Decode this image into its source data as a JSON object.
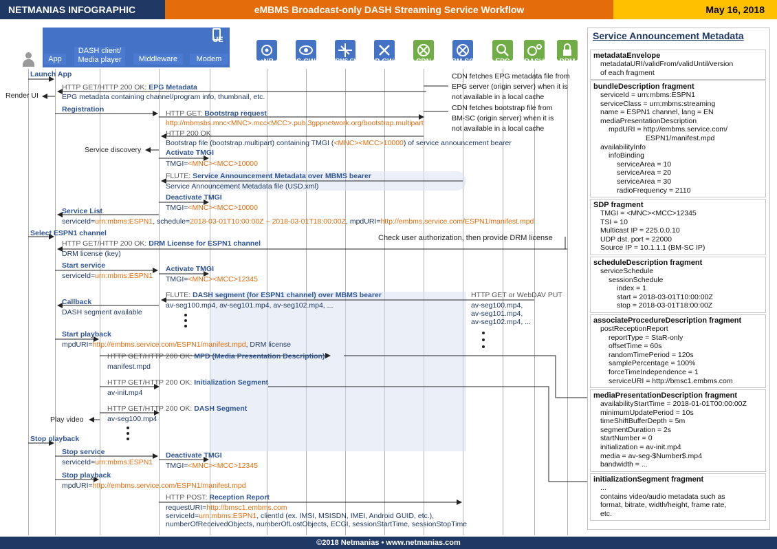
{
  "header": {
    "left": "NETMANIAS INFOGRAPHIC",
    "title": "eMBMS Broadcast-only DASH Streaming Service Workflow",
    "date": "May 16, 2018"
  },
  "footer": "©2018 Netmanias • www.netmanias.com",
  "ue": {
    "label": "UE",
    "app": "App",
    "dash_client": "DASH client/\nMedia player",
    "middleware": "Middleware",
    "modem": "Modem"
  },
  "network": [
    "eNB",
    "S-GW",
    "MBMS GW",
    "P-GW",
    "CDN",
    "BM-SC",
    "EPG",
    "DASH",
    "DRM"
  ],
  "colors": {
    "ue": "#4472c4",
    "network": "#4472c4",
    "cdn": "#70ad47",
    "servers": "#70ad47",
    "accent": "#e46c0a"
  },
  "flow": {
    "launch_app": "Launch App",
    "epg_req_pre": "HTTP GET/HTTP 200 OK: ",
    "epg_req": "EPG Metadata",
    "epg_desc": "EPG metadata containing channel/program info, thumbnail, etc.",
    "render_ui": "Render UI",
    "registration": "Registration",
    "bootstrap_pre": "HTTP GET: ",
    "bootstrap": "Bootstrap request",
    "bootstrap_url": "http://mbmsbs.mnc<MNC>.mcc<MCC>.pub.3gppnetwork.org/bootstrap.multipart",
    "http200": "HTTP 200 OK",
    "bootstrap_file_pre": "Bootstrap file (bootstrap.multipart) containing TMGI (",
    "bootstrap_file_tmgi": "<MNC><MCC>10000",
    "bootstrap_file_post": ") of service announcement bearer",
    "service_discovery": "Service discovery",
    "activate_tmgi": "Activate TMGI",
    "tmgi_pre": "TMGI=",
    "tmgi_10000": "<MNC><MCC>10000",
    "flute_pre": "FLUTE: ",
    "flute_sa": "Service Announcement Metadata over MBMS bearer",
    "sa_file": "Service Announcement Metadata file (USD.xml)",
    "deactivate_tmgi": "Deactivate TMGI",
    "service_list": "Service List",
    "sl_service_pre": "serviceId=",
    "sl_service": "urn:mbms:ESPN1",
    "sl_sched_pre": ", schedule=",
    "sl_sched": "2018-03-01T10:00:00Z ~ 2018-03-01T18:00:00Z",
    "sl_mpd_pre": ", mpdURI=",
    "sl_mpd": "http://embms.service.com/ESPN1/manifest.mpd",
    "select_channel": "Select ESPN1 channel",
    "drm_pre": "HTTP GET/HTTP 200 OK: ",
    "drm": "DRM License for ESPN1 channel",
    "drm_key": "DRM license (key)",
    "drm_check": "Check user authorization, then provide DRM license",
    "start_service": "Start service",
    "tmgi_12345": "<MNC><MCC>12345",
    "flute_dash": "DASH segment (for ESPN1 channel) over MBMS bearer",
    "segs_inline": "av-seg100.mp4, av-seg101.mp4, av-seg102.mp4, ...",
    "callback": "Callback",
    "dash_available": "DASH segment available",
    "http_put": "HTTP GET or WebDAV PUT",
    "seg100": "av-seg100.mp4,",
    "seg101": "av-seg101.mp4,",
    "seg102": "av-seg102.mp4, ...",
    "start_playback": "Start playback",
    "sp_mpd_pre": "mpdURI=",
    "sp_mpd": "http://embms.service.com/ESPN1/manifest.mpd",
    "sp_drm": ", DRM license",
    "mpd_pre": "HTTP GET/HTTP 200 OK: ",
    "mpd": "MPD (Media Presentation Description)",
    "manifest": "manifest.mpd",
    "init_pre": "HTTP GET/HTTP 200 OK: ",
    "init": "Initialization Segment",
    "av_init": "av-init.mp4",
    "seg_pre": "HTTP GET/HTTP 200 OK: ",
    "seg": "DASH Segment",
    "av_seg100": "av-seg100.mp4",
    "play_video": "Play video",
    "stop_playback": "Stop playback",
    "stop_service": "Stop service",
    "stop_playback2": "Stop playback",
    "post_pre": "HTTP POST: ",
    "post": "Reception Report",
    "req_uri_pre": "requestURI=",
    "req_uri": "http://bmsc1.embms.com",
    "rr_service_pre": "serviceId=",
    "rr_service": "urn:mbms:ESPN1",
    "rr_ids": ", clientId (ex. IMSI, MSISDN, IMEI, Android GUID, etc.),",
    "rr_counts": "numberOfReceivedObjects, numberOfLostObjects, ECGI, sessionStartTime, sessionStopTime",
    "cdn_note1": [
      "CDN fetches EPG metadata file from",
      "EPG server (origin server) when it is",
      "not available in a local cache"
    ],
    "cdn_note2": [
      "CDN fetches bootstrap file from",
      "BM-SC (origin server) when it is",
      "not available in a local cache"
    ]
  },
  "panel": {
    "title": "Service Announcement Metadata",
    "fragments": [
      {
        "title": "metadataEnvelope",
        "lines": [
          "metadataURI/validFrom/validUntil/version",
          "of each fragment"
        ]
      },
      {
        "title": "bundleDescription fragment",
        "lines": [
          "serviceId = urn:mbms:ESPN1",
          "serviceClass = urn:mbms:streaming",
          "name = ESPN1 channel, lang = EN",
          "mediaPresentationDescription",
          "mpdURI = http://embms.service.com/",
          "ESPN1/manifest.mpd",
          "availabilityInfo",
          "infoBinding",
          "serviceArea = 10",
          "serviceArea = 20",
          "serviceArea = 30",
          "radioFrequency = 2110"
        ]
      },
      {
        "title": "SDP fragment",
        "lines": [
          "TMGI = <MNC><MCC>12345",
          "TSI = 10",
          "Multicast IP = 225.0.0.10",
          "UDP dst. port = 22000",
          "Source IP = 10.1.1.1 (BM-SC IP)"
        ]
      },
      {
        "title": "scheduleDescription fragment",
        "lines": [
          "serviceSchedule",
          "sessionSchedule",
          "index = 1",
          "start = 2018-03-01T10:00:00Z",
          "stop = 2018-03-01T18:00:00Z"
        ]
      },
      {
        "title": "associateProcedureDescription fragment",
        "lines": [
          "postReceptionReport",
          "reportType = StaR-only",
          "offsetTime = 60s",
          "randomTimePeriod = 120s",
          "samplePercentage = 100%",
          "forceTimeIndependence = 1",
          "serviceURI = http://bmsc1.embms.com"
        ]
      },
      {
        "title": "mediaPresentationDescription fragment",
        "lines": [
          "availabilityStartTime = 2018-01-01T00:00:00Z",
          "minimumUpdatePeriod = 10s",
          "timeShiftBufferDepth = 5m",
          "segmentDuration = 2s",
          "startNumber = 0",
          "initialization = av-init.mp4",
          "media = av-seg-$Number$.mp4",
          "bandwidth = ..."
        ]
      },
      {
        "title": "initializationSegment fragment",
        "lines": [
          "...",
          "contains video/audio metadata such as",
          "format, bitrate, width/height, frame rate,",
          "etc."
        ]
      }
    ]
  }
}
